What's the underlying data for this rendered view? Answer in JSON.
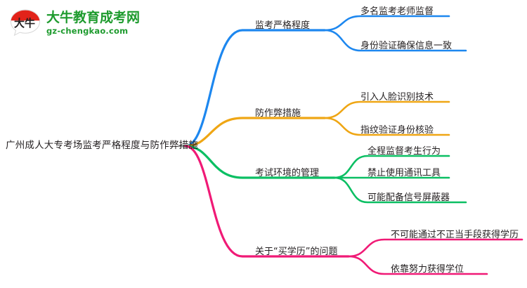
{
  "logo": {
    "name": "daniu-education-logo",
    "mark_text": "大牛",
    "brand_cn": "大牛教育成考网",
    "brand_url": "gz-chengkao.com",
    "brand_color": "#1e9b2e",
    "mark_accent_color": "#e2231a"
  },
  "mindmap": {
    "root": {
      "label": "广州成人大专考场监考严格程度与防作弊措施"
    },
    "branches": [
      {
        "label": "监考严格程度",
        "color": "#1d87ef",
        "leaves": [
          {
            "label": "多名监考老师监督"
          },
          {
            "label": "身份验证确保信息一致"
          }
        ]
      },
      {
        "label": "防作弊措施",
        "color": "#efa614",
        "leaves": [
          {
            "label": "引入人脸识别技术"
          },
          {
            "label": "指纹验证身份核验"
          }
        ]
      },
      {
        "label": "考试环境的管理",
        "color": "#0bbf63",
        "leaves": [
          {
            "label": "全程监督考生行为"
          },
          {
            "label": "禁止使用通讯工具"
          },
          {
            "label": "可能配备信号屏蔽器"
          }
        ]
      },
      {
        "label": "关于“买学历”的问题",
        "color": "#f01a76",
        "leaves": [
          {
            "label": "不可能通过不正当手段获得学历"
          },
          {
            "label": "依靠努力获得学位"
          }
        ]
      }
    ]
  }
}
